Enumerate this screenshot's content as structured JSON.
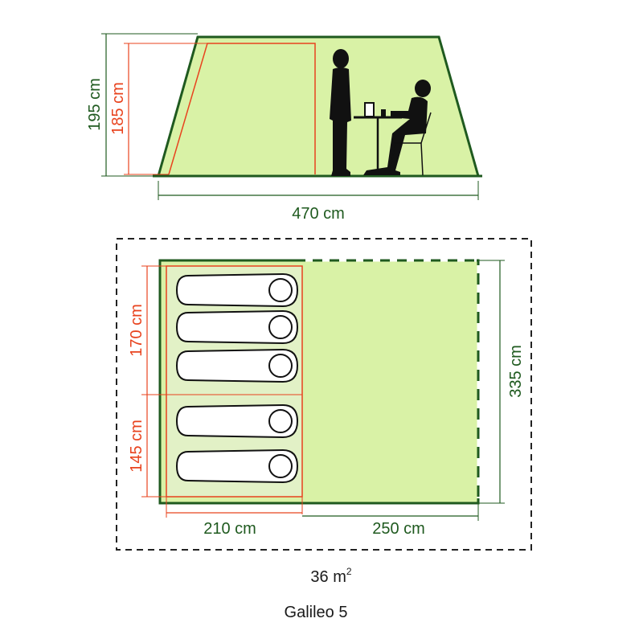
{
  "side_view": {
    "outer_height_label": "195 cm",
    "inner_height_label": "185 cm",
    "length_label": "470 cm"
  },
  "floor_plan": {
    "bedroom_upper_label": "170 cm",
    "bedroom_lower_label": "145 cm",
    "bedroom_depth_label": "210 cm",
    "living_depth_label": "250 cm",
    "width_label": "335 cm",
    "sleeping_bags": 5
  },
  "area": {
    "value": "36 m",
    "unit_superscript": "2"
  },
  "product_name": "Galileo 5",
  "colors": {
    "tent_fill": "#d9f2a6",
    "tent_outline": "#1f5a1f",
    "bedroom_outline": "#e8431e",
    "dimension_green": "#1f5a1f",
    "footprint_dash": "#222222"
  }
}
